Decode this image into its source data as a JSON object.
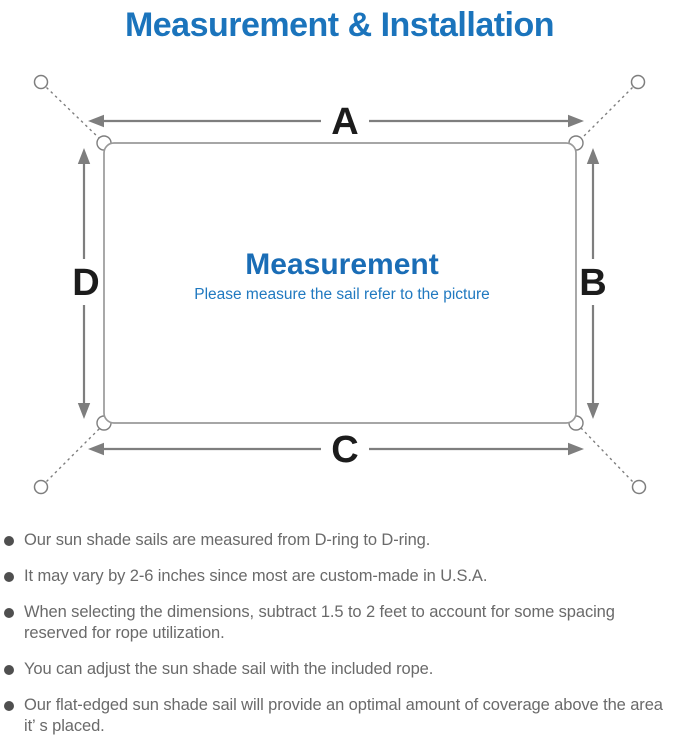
{
  "title": "Measurement & Installation",
  "diagram": {
    "dimension_labels": {
      "top": "A",
      "right": "B",
      "bottom": "C",
      "left": "D"
    },
    "center": {
      "heading": "Measurement",
      "subtitle": "Please measure the sail refer to the picture"
    }
  },
  "notes": {
    "items": [
      "Our sun shade sails are measured from D-ring to D-ring.",
      "It may vary by 2-6 inches since most are custom-made in U.S.A.",
      "When selecting the dimensions, subtract 1.5 to 2 feet to account for some spacing reserved for rope utilization.",
      "You can adjust the sun shade sail with the included rope.",
      "Our flat-edged sun shade sail will provide an optimal amount of coverage above the area it’ s placed."
    ]
  },
  "colors": {
    "title_blue": "#1b74bc",
    "heading_blue": "#1a6db6",
    "subtitle_blue": "#2079c0",
    "line_gray": "#7e7e7e",
    "border_gray": "#9a9a9a",
    "text_gray": "#6a6a6a",
    "label_black": "#1c1c1c",
    "bullet_gray": "#4f4f4f"
  }
}
